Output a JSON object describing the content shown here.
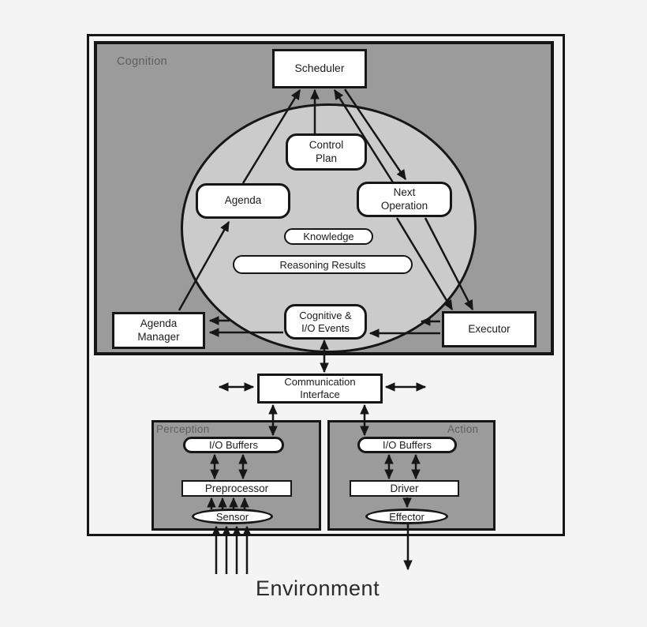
{
  "colors": {
    "background": "#f4f4f4",
    "panel_gray": "#9b9b9b",
    "ellipse_gray": "#cbcbcb",
    "node_white": "#ffffff",
    "line_black": "#161616",
    "panel_label_gray": "#5f5f5f",
    "text_dark": "#1c1c1c"
  },
  "cognition": {
    "label": "Cognition"
  },
  "nodes": {
    "scheduler": {
      "label": "Scheduler"
    },
    "control_plan": {
      "line1": "Control",
      "line2": "Plan"
    },
    "agenda": {
      "label": "Agenda"
    },
    "next_operation": {
      "line1": "Next",
      "line2": "Operation"
    },
    "knowledge": {
      "label": "Knowledge"
    },
    "reasoning_results": {
      "label": "Reasoning Results"
    },
    "cognitive_events": {
      "line1": "Cognitive &",
      "line2": "I/O Events"
    },
    "agenda_manager": {
      "line1": "Agenda",
      "line2": "Manager"
    },
    "executor": {
      "label": "Executor"
    },
    "communication_interface": {
      "line1": "Communication",
      "line2": "Interface"
    }
  },
  "perception": {
    "label": "Perception",
    "io_buffers": "I/O Buffers",
    "preprocessor": "Preprocessor",
    "sensor": "Sensor"
  },
  "action": {
    "label": "Action",
    "io_buffers": "I/O Buffers",
    "driver": "Driver",
    "effector": "Effector"
  },
  "environment": {
    "label": "Environment"
  }
}
